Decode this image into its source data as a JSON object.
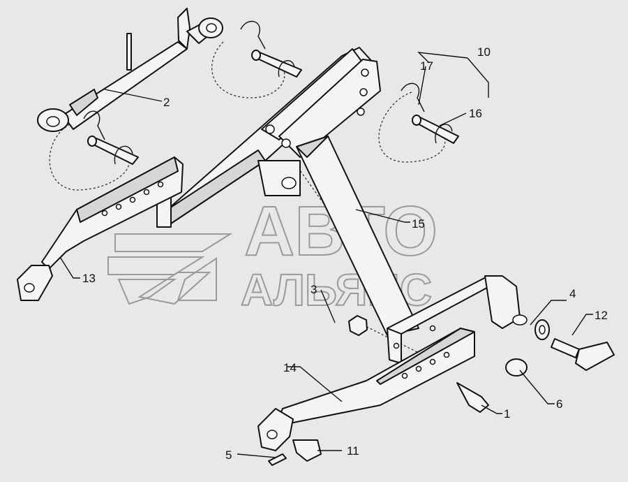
{
  "watermark": {
    "line1": "АВТО",
    "line2": "АЛЬЯНС"
  },
  "callouts": {
    "c1": "1",
    "c2": "2",
    "c3": "3",
    "c4": "4",
    "c5": "5",
    "c6": "6",
    "c10": "10",
    "c11": "11",
    "c12": "12",
    "c13": "13",
    "c14": "14",
    "c15": "15",
    "c16": "16",
    "c17": "17"
  },
  "icons": {
    "logo": "auto-alliance-logo"
  }
}
